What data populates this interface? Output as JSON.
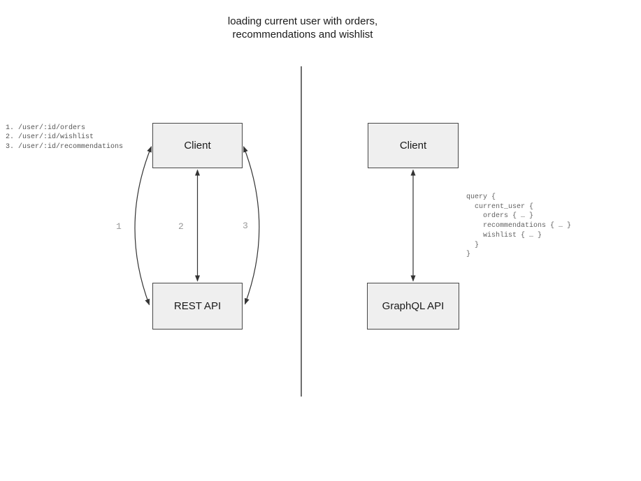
{
  "title": {
    "line1": "loading current user with orders,",
    "line2": "recommendations and wishlist"
  },
  "rest_panel": {
    "endpoints": [
      "1. /user/:id/orders",
      "2. /user/:id/wishlist",
      "3. /user/:id/recommendations"
    ],
    "client_label": "Client",
    "api_label": "REST API",
    "arrow_labels": [
      "1",
      "2",
      "3"
    ]
  },
  "graphql_panel": {
    "client_label": "Client",
    "api_label": "GraphQL API",
    "query_lines": [
      "query {",
      "  current_user {",
      "    orders { … }",
      "    recommendations { … }",
      "    wishlist { … }",
      "  }",
      "}"
    ]
  },
  "colors": {
    "box_fill": "#efefef",
    "box_border": "#474747",
    "arrow": "#333333",
    "divider": "#6e6e6e",
    "title_text": "#1a1a1a",
    "muted_text": "#555555",
    "code_text": "#616161",
    "faint_text": "#999999"
  }
}
